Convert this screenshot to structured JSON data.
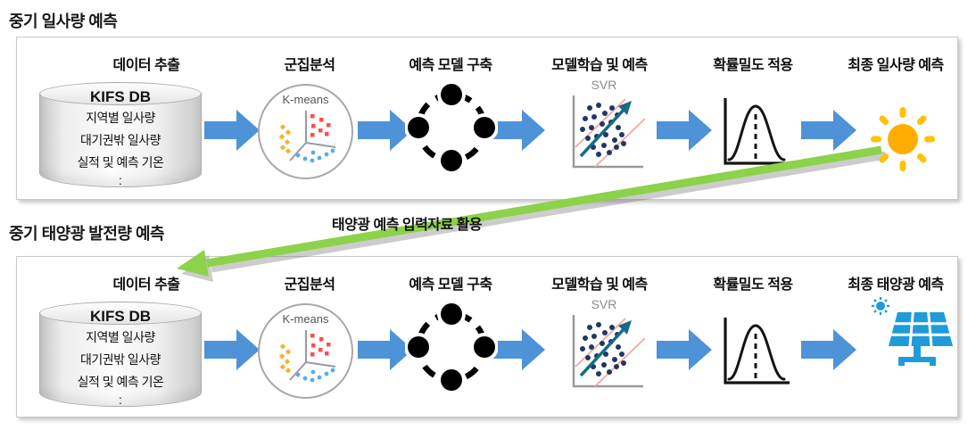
{
  "caption": "태양광 예측 입력자료 활용",
  "colors": {
    "flow_arrow": "#4E92D8",
    "feedback_arrow": "#8CD24A",
    "sun_disc": "#FFAD00",
    "sun_rays": "#FFC104",
    "panel_blue": "#1E9CD9"
  },
  "top_section": {
    "title": "중기 일사량 예측",
    "steps": [
      {
        "label": "데이터 추출"
      },
      {
        "label": "군집분석",
        "icon_text": "K-means"
      },
      {
        "label": "예측 모델 구축"
      },
      {
        "label": "모델학습 및 예측",
        "icon_text": "SVR"
      },
      {
        "label": "확률밀도 적용"
      },
      {
        "label": "최종 일사량 예측"
      }
    ],
    "database": {
      "name": "KIFS DB",
      "items": [
        "지역별 일사량",
        "대기권밖 일사량",
        "실적 및 예측 기온",
        ":"
      ]
    }
  },
  "bottom_section": {
    "title": "중기 태양광 발전량 예측",
    "steps": [
      {
        "label": "데이터 추출"
      },
      {
        "label": "군집분석",
        "icon_text": "K-means"
      },
      {
        "label": "예측 모델 구축"
      },
      {
        "label": "모델학습 및 예측",
        "icon_text": "SVR"
      },
      {
        "label": "확률밀도 적용"
      },
      {
        "label": "최종 태양광 예측"
      }
    ],
    "database": {
      "name": "KIFS DB",
      "items": [
        "지역별 일사량",
        "대기권밖 일사량",
        "실적 및 예측 기온",
        ":"
      ]
    }
  }
}
